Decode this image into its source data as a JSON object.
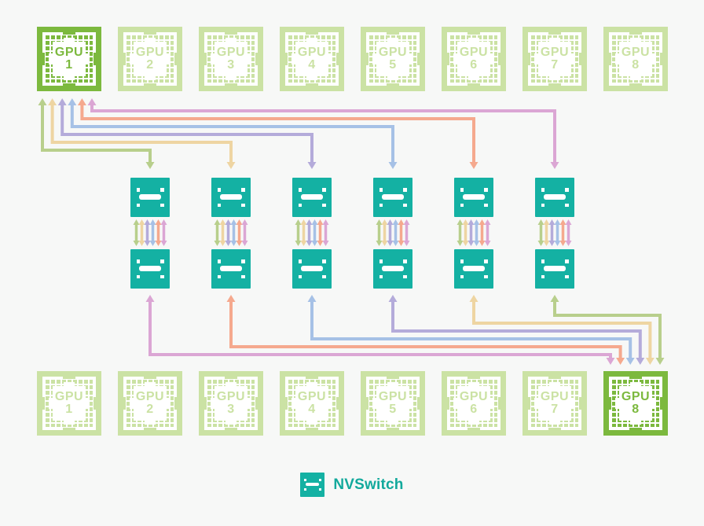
{
  "colors": {
    "background": "#f7f8f7",
    "teal": "#14b1a3",
    "teal_text": "#12a99c",
    "gpu_active": "#7cb93e",
    "gpu_inactive": "#cbe2a4"
  },
  "link_colors": {
    "green": "#b8cf8c",
    "tan": "#eed5a2",
    "purple": "#b4abda",
    "blue": "#a6c1e6",
    "salmon": "#f5a98e",
    "pink": "#dba6d4"
  },
  "top_row": [
    {
      "label": "GPU",
      "number": "1",
      "state": "active"
    },
    {
      "label": "GPU",
      "number": "2",
      "state": "inactive"
    },
    {
      "label": "GPU",
      "number": "3",
      "state": "inactive"
    },
    {
      "label": "GPU",
      "number": "4",
      "state": "inactive"
    },
    {
      "label": "GPU",
      "number": "5",
      "state": "inactive"
    },
    {
      "label": "GPU",
      "number": "6",
      "state": "inactive"
    },
    {
      "label": "GPU",
      "number": "7",
      "state": "inactive"
    },
    {
      "label": "GPU",
      "number": "8",
      "state": "inactive"
    }
  ],
  "bottom_row": [
    {
      "label": "GPU",
      "number": "1",
      "state": "inactive"
    },
    {
      "label": "GPU",
      "number": "2",
      "state": "inactive"
    },
    {
      "label": "GPU",
      "number": "3",
      "state": "inactive"
    },
    {
      "label": "GPU",
      "number": "4",
      "state": "inactive"
    },
    {
      "label": "GPU",
      "number": "5",
      "state": "inactive"
    },
    {
      "label": "GPU",
      "number": "6",
      "state": "inactive"
    },
    {
      "label": "GPU",
      "number": "7",
      "state": "inactive"
    },
    {
      "label": "GPU",
      "number": "8",
      "state": "active"
    }
  ],
  "switch_count": 6,
  "top_connections": [
    {
      "from": "GPU 1",
      "to": "NVSwitch 1",
      "color": "green"
    },
    {
      "from": "GPU 1",
      "to": "NVSwitch 2",
      "color": "tan"
    },
    {
      "from": "GPU 1",
      "to": "NVSwitch 3",
      "color": "purple"
    },
    {
      "from": "GPU 1",
      "to": "NVSwitch 4",
      "color": "blue"
    },
    {
      "from": "GPU 1",
      "to": "NVSwitch 5",
      "color": "salmon"
    },
    {
      "from": "GPU 1",
      "to": "NVSwitch 6",
      "color": "pink"
    }
  ],
  "bottom_connections": [
    {
      "from": "GPU 8",
      "to": "NVSwitch 1",
      "color": "pink"
    },
    {
      "from": "GPU 8",
      "to": "NVSwitch 2",
      "color": "salmon"
    },
    {
      "from": "GPU 8",
      "to": "NVSwitch 3",
      "color": "blue"
    },
    {
      "from": "GPU 8",
      "to": "NVSwitch 4",
      "color": "purple"
    },
    {
      "from": "GPU 8",
      "to": "NVSwitch 5",
      "color": "tan"
    },
    {
      "from": "GPU 8",
      "to": "NVSwitch 6",
      "color": "green"
    }
  ],
  "inter_switch_colors": [
    "green",
    "tan",
    "purple",
    "blue",
    "salmon",
    "pink"
  ],
  "legend": {
    "label": "NVSwitch"
  }
}
